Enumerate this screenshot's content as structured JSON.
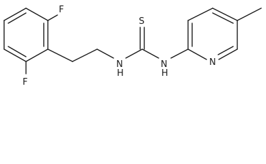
{
  "molecule": {
    "atoms": {
      "f_top": "F",
      "f_bottom": "F",
      "s": "S",
      "nh_left": "H\nN",
      "nh_right": "H\nN",
      "n_ring": "N"
    }
  }
}
